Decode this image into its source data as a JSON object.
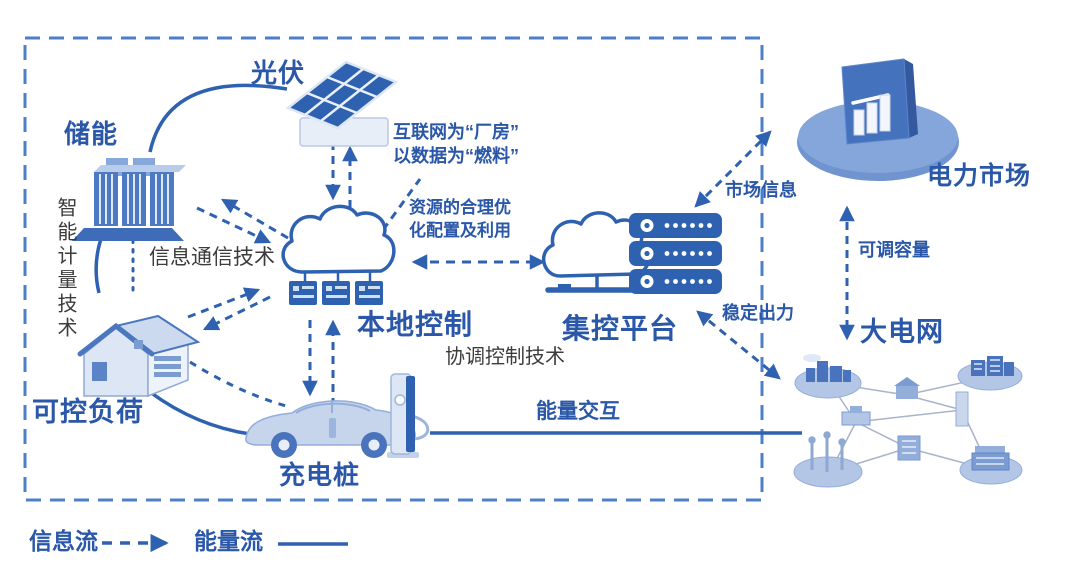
{
  "colors": {
    "accent_blue": "#2a57a8",
    "line_blue": "#2e62b0",
    "dark_text": "#3c3c3c",
    "icon_light_blue": "#c3d2ea",
    "frame_blue": "#4d7fc9"
  },
  "nodes": {
    "pv": {
      "label": "光伏"
    },
    "storage": {
      "label": "储能"
    },
    "load": {
      "label": "可控负荷"
    },
    "charger": {
      "label": "充电桩"
    },
    "local_control": {
      "label": "本地控制"
    },
    "control_platform": {
      "label": "集控平台"
    },
    "power_market": {
      "label": "电力市场"
    },
    "main_grid": {
      "label": "大电网"
    }
  },
  "edge_labels": {
    "market_info": "市场信息",
    "adjustable_capacity": "可调容量",
    "stable_output": "稳定出力",
    "energy_exchange": "能量交互"
  },
  "annotations": {
    "internet_line1": "互联网为“厂房”",
    "internet_line2": "以数据为“燃料”",
    "resource_line1": "资源的合理优",
    "resource_line2": "化配置及利用",
    "ict": "信息通信技术",
    "coordination": "协调控制技术",
    "smart_metering": "智能计量技术"
  },
  "legend": {
    "info_flow": "信息流",
    "energy_flow": "能量流"
  }
}
